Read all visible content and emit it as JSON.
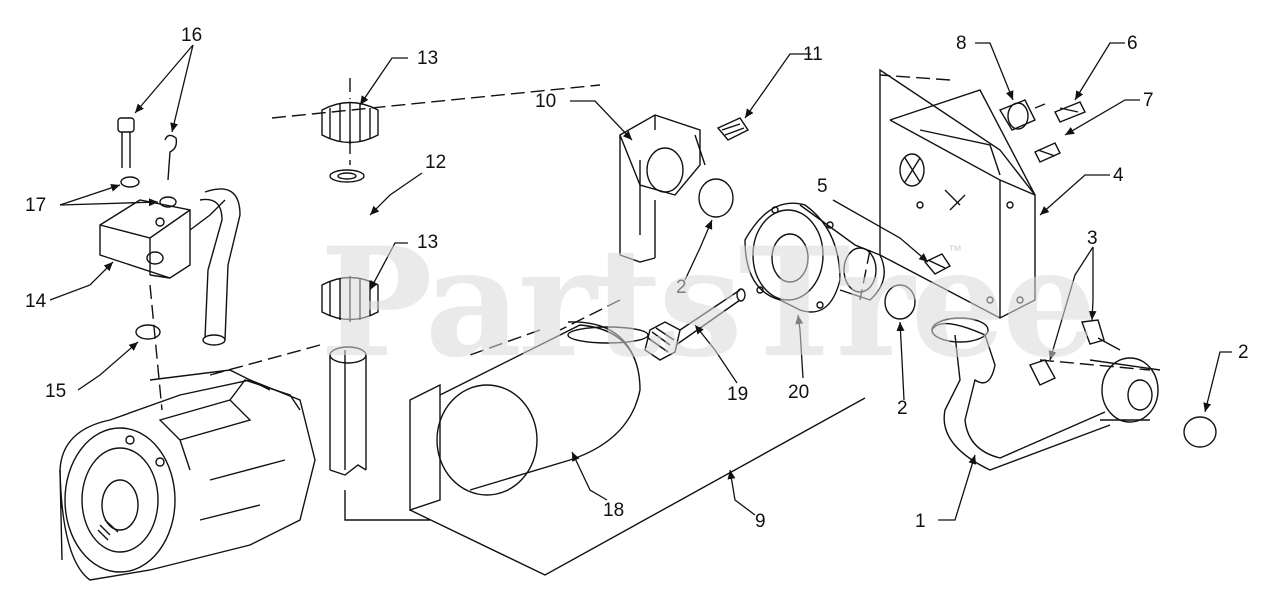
{
  "watermark": {
    "text": "PartsTree",
    "mark": "™"
  },
  "callouts": {
    "c1": "1",
    "c2a": "2",
    "c2b": "2",
    "c2c": "2",
    "c3": "3",
    "c4": "4",
    "c5": "5",
    "c6": "6",
    "c7": "7",
    "c8": "8",
    "c9": "9",
    "c10": "10",
    "c11": "11",
    "c12": "12",
    "c13a": "13",
    "c13b": "13",
    "c14": "14",
    "c15": "15",
    "c16": "16",
    "c17": "17",
    "c18": "18",
    "c19": "19",
    "c20": "20"
  }
}
